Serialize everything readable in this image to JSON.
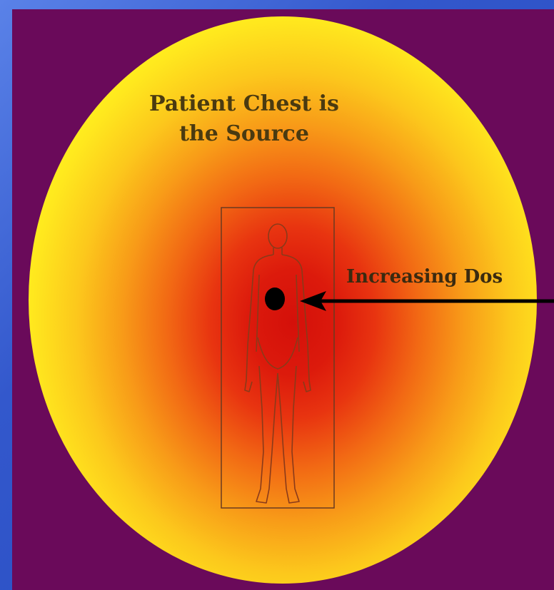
{
  "figure": {
    "title_line1": "Patient Chest is",
    "title_line2": "the Source",
    "arrow_label": "Increasing Dos"
  },
  "colors": {
    "slide_background": "#3358cc",
    "panel_background": "#6a0a5a",
    "field_center": "#d4100a",
    "field_mid": "#f89c18",
    "field_edge": "#ffff22",
    "source_dot": "#000000"
  },
  "icons": {
    "patient": "patient-silhouette-icon",
    "source": "radiation-source-dot",
    "arrow": "left-arrow-icon"
  }
}
